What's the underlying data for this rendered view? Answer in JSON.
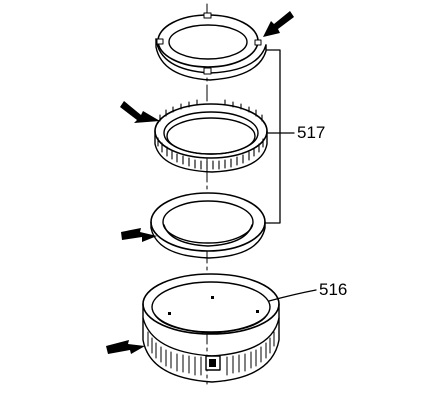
{
  "diagram": {
    "callouts": [
      {
        "id": "517",
        "text": "517"
      },
      {
        "id": "516",
        "text": "516"
      }
    ],
    "parts": [
      {
        "name": "thrust-washer-upper"
      },
      {
        "name": "needle-thrust-bearing"
      },
      {
        "name": "thrust-washer-lower"
      },
      {
        "name": "reaction-sun-gear-shell"
      }
    ],
    "arrows": 4,
    "colors": {
      "line": "#000000",
      "background": "#ffffff"
    }
  }
}
